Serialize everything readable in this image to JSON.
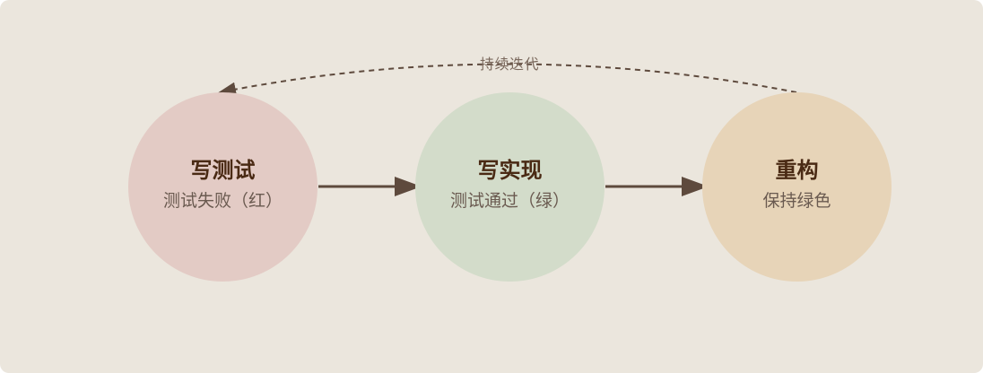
{
  "loop": {
    "label": "持续迭代"
  },
  "nodes": [
    {
      "title": "写测试",
      "subtitle": "测试失败（红）",
      "color": "#e3cbc5"
    },
    {
      "title": "写实现",
      "subtitle": "测试通过（绿）",
      "color": "#d3dcca"
    },
    {
      "title": "重构",
      "subtitle": "保持绿色",
      "color": "#e7d4b8"
    }
  ],
  "colors": {
    "background": "#ebe6dd",
    "arrow": "#5e4a3d",
    "title_text": "#4a2a14",
    "subtitle_text": "#6a5a50"
  }
}
